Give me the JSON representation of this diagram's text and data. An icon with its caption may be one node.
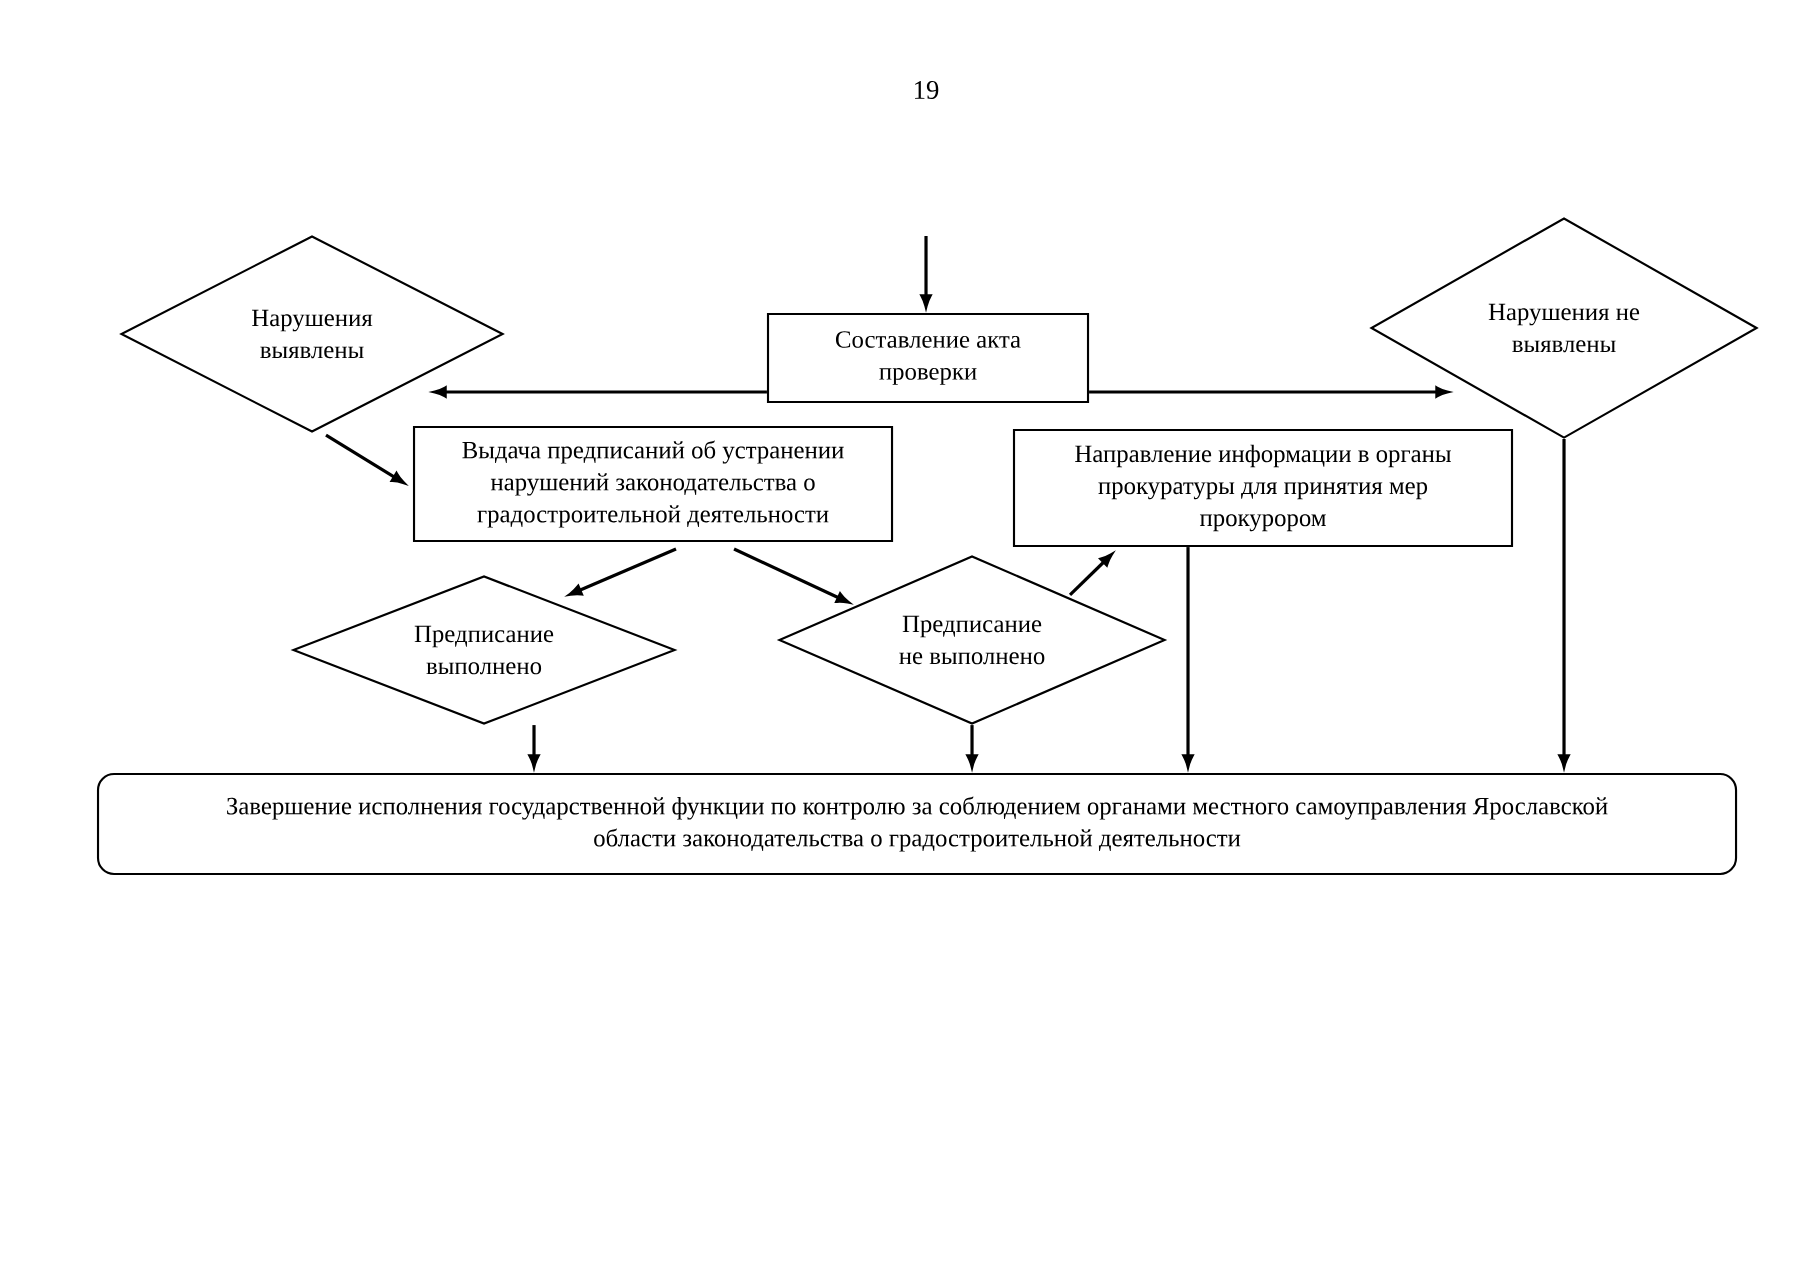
{
  "diagram": {
    "nodes": [
      {
        "text": [
          "Составление акта проверки"
        ]
      },
      {
        "text": [
          "Нарушения выявлены"
        ]
      },
      {
        "text": [
          "Нарушения не выявлены"
        ]
      },
      {
        "text": [
          "Выдача предписаний об устранении нарушений законодательства о градостроительной деятельности"
        ]
      },
      {
        "text": [
          "Направление информации в органы прокуратуры для принятия мер прокурором"
        ]
      },
      {
        "text": [
          "Предписание выполнено"
        ]
      },
      {
        "text": [
          "Предписание не выполнено"
        ]
      },
      {
        "text": [
          "Завершение исполнения государственной функции по контролю за соблюдением органами местного самоуправления Ярославской области законодательства о градостроительной деятельности"
        ]
      }
    ],
    "edges": [
      {
        "from": null,
        "to": 0,
        "arrow": "to"
      },
      {
        "from": 0,
        "to": 1,
        "arrow": "to"
      },
      {
        "from": 0,
        "to": 2,
        "arrow": "to"
      },
      {
        "from": 1,
        "to": 3,
        "arrow": "to"
      },
      {
        "from": 3,
        "to": 5,
        "arrow": "to"
      },
      {
        "from": 3,
        "to": 6,
        "arrow": "to"
      },
      {
        "from": 6,
        "to": 4,
        "arrow": "to"
      },
      {
        "from": 5,
        "to": 7,
        "arrow": "to"
      },
      {
        "from": 6,
        "to": 7,
        "arrow": "to"
      },
      {
        "from": 4,
        "to": 7,
        "arrow": "to"
      },
      {
        "from": 2,
        "to": 7,
        "arrow": "to"
      }
    ],
    "labels": [
      "19"
    ]
  }
}
